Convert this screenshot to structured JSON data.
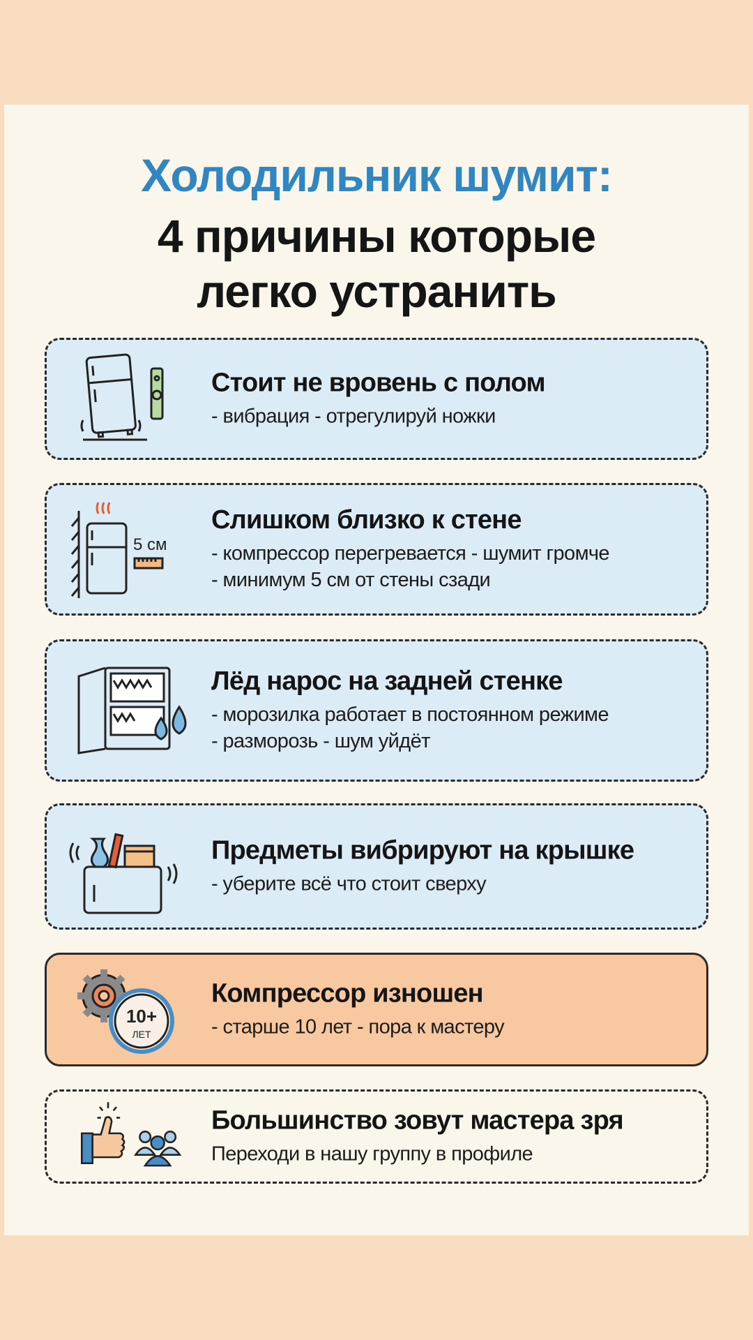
{
  "title": {
    "line1": "Холодильник шумит:",
    "line2": "4 причины которые",
    "line3": "легко устранить"
  },
  "cards": [
    {
      "heading": "Стоит не вровень с полом",
      "lines": [
        "- вибрация - отрегулируй ножки"
      ],
      "icon": "tilted-fridge-level-icon"
    },
    {
      "heading": "Слишком близко к стене",
      "lines": [
        "- компрессор перегревается - шумит громче",
        "- минимум 5 см от стены сзади"
      ],
      "icon": "fridge-wall-ruler-icon",
      "icon_label": "5 см"
    },
    {
      "heading": "Лёд нарос на задней стенке",
      "lines": [
        "- морозилка работает в постоянном режиме",
        "- разморозь - шум уйдёт"
      ],
      "icon": "frozen-fridge-drops-icon"
    },
    {
      "heading": "Предметы вибрируют на крышке",
      "lines": [
        "- уберите всё что стоит сверху"
      ],
      "icon": "items-on-fridge-icon"
    },
    {
      "heading": "Компрессор изношен",
      "lines": [
        "- старше 10 лет - пора к мастеру"
      ],
      "icon": "gear-clock-icon",
      "icon_label": "10+",
      "icon_sub": "ЛЕТ"
    },
    {
      "heading": "Большинство зовут мастера зря",
      "lines": [
        "Переходи в нашу группу в профиле"
      ],
      "icon": "thumbs-up-group-icon"
    }
  ],
  "colors": {
    "title_blue": "#2f86c0",
    "card_blue": "#dcecf7",
    "card_peach": "#f8c9a0",
    "background": "#fbf6ec",
    "band": "#f8dcc0"
  }
}
